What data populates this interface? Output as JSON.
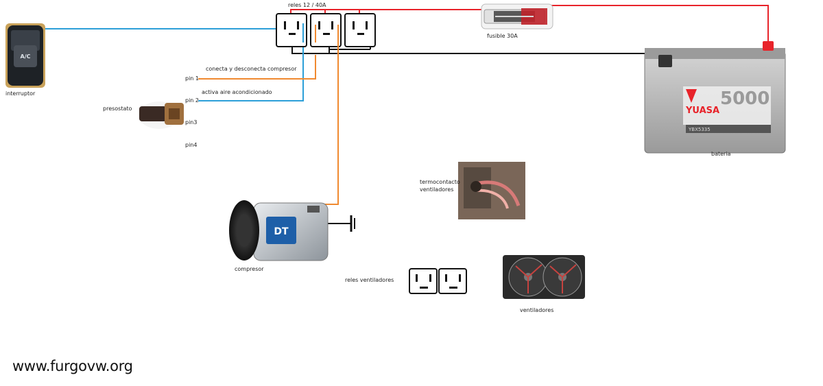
{
  "diagram": {
    "components": {
      "switch": {
        "label": "interruptor",
        "face_text": "A/C"
      },
      "relays": {
        "label": "reles 12 / 40A"
      },
      "fuse": {
        "label": "fusible 30A"
      },
      "battery": {
        "label": "bateria",
        "brand": "YUASA",
        "model_text": "5000",
        "code": "YBX5335"
      },
      "pressure_switch": {
        "label": "presostato",
        "pins": [
          {
            "name": "pin 1",
            "description": "conecta y desconecta compresor"
          },
          {
            "name": "pin 2",
            "description": "activa aire acondicionado"
          },
          {
            "name": "pin3",
            "description": ""
          },
          {
            "name": "pin4",
            "description": ""
          }
        ]
      },
      "compressor": {
        "label": "compresor"
      },
      "thermo_contact": {
        "label_line1": "termocontacto",
        "label_line2": "ventiladores"
      },
      "fan_relays": {
        "label": "reles ventiladores"
      },
      "fans": {
        "label": "ventiladores"
      }
    },
    "wire_colors": {
      "positive": "#e8232a",
      "ground": "#111111",
      "signal_blue": "#2b9fd8",
      "signal_orange": "#f0892f"
    },
    "footer": {
      "website": "www.furgovw.org"
    }
  }
}
